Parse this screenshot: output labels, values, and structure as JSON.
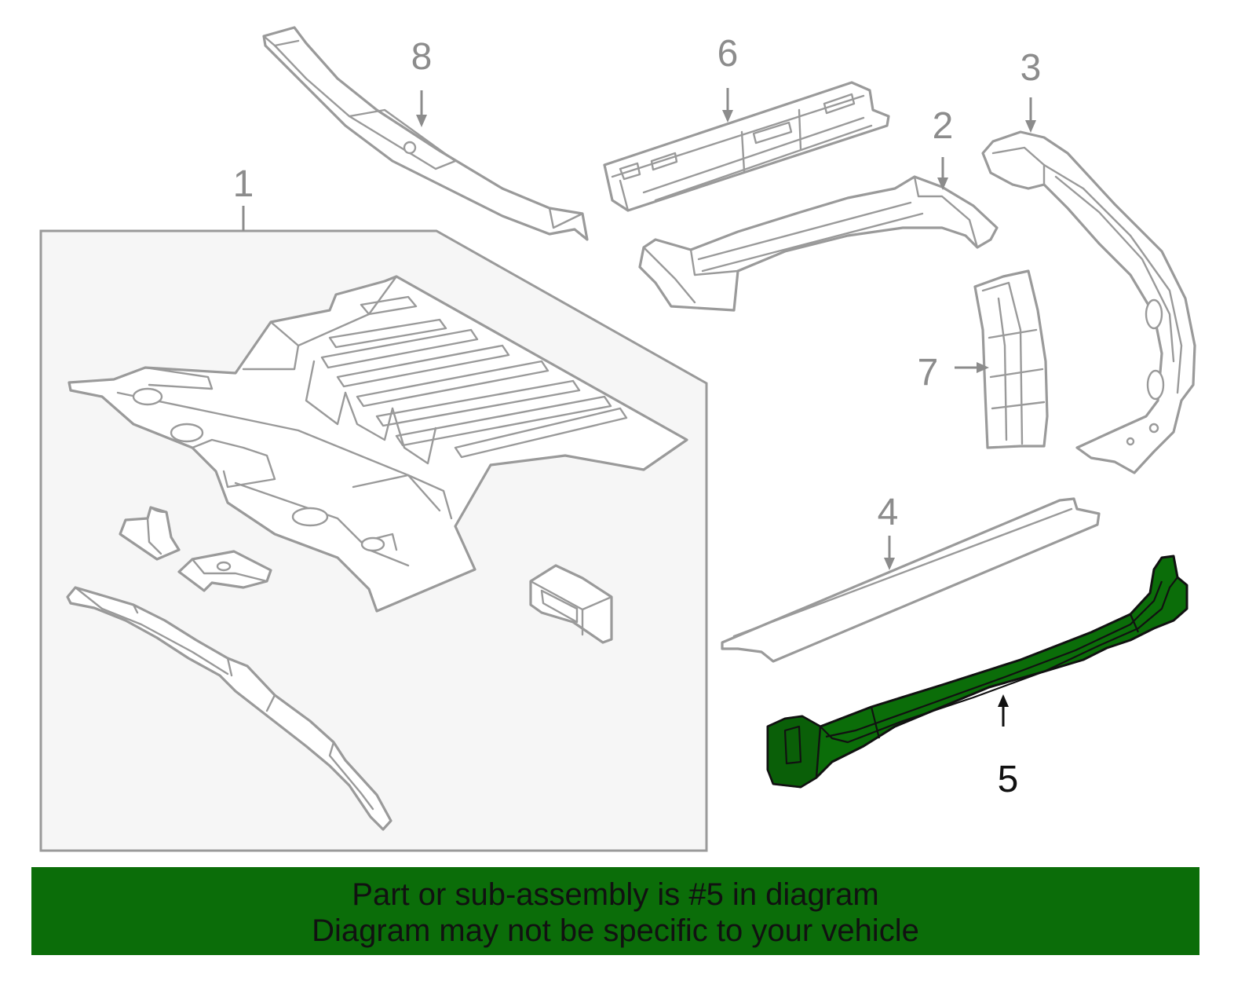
{
  "callouts": {
    "c1": "1",
    "c2": "2",
    "c3": "3",
    "c4": "4",
    "c5": "5",
    "c6": "6",
    "c7": "7",
    "c8": "8"
  },
  "highlighted_part": "5",
  "colors": {
    "highlight_fill": "#0b6d09",
    "banner_background": "#0b6d09",
    "part_outline": "#9a9a9a",
    "group_box_fill": "#f6f6f6",
    "active_callout": "#111111"
  },
  "banner": {
    "line1": "Part or sub-assembly is #5 in diagram",
    "line2": "Diagram may not be specific to your vehicle"
  }
}
